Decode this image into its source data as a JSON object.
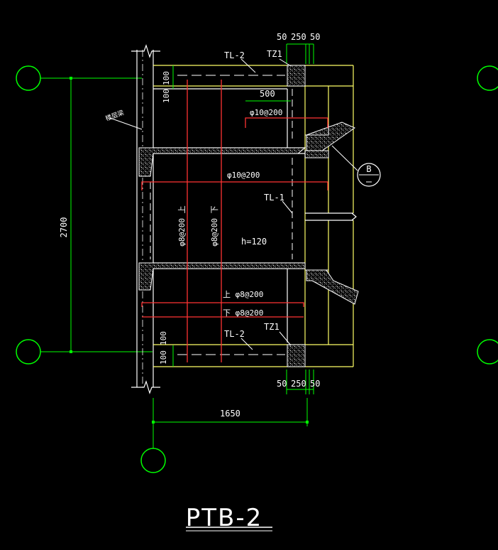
{
  "drawing": {
    "title": "PTB-2",
    "colors": {
      "background": "#000000",
      "wall": "#ffffff",
      "beam": "#ffff66",
      "dimension": "#00ff00",
      "rebar": "#ff3333",
      "axis": "#00ff00",
      "hatch": "#bbbbbb"
    },
    "dimensions": {
      "top_50_left": "50",
      "top_250": "250",
      "top_50_right": "50",
      "bottom_50_left": "50",
      "bottom_250": "250",
      "bottom_50_right": "50",
      "width_1650": "1650",
      "height_2700": "2700",
      "top_100_a": "100",
      "top_100_b": "100",
      "bottom_100_a": "100",
      "bottom_100_b": "100",
      "dim_500": "500"
    },
    "labels": {
      "tl2_top": "TL-2",
      "tz1_top": "TZ1",
      "tl2_bottom": "TL-2",
      "tz1_bottom": "TZ1",
      "tl1": "TL-1",
      "thickness": "h=120",
      "section_marker": "B",
      "wall_note": "楼层梁"
    },
    "rebar": {
      "top_edge": "φ10@200",
      "landing": "φ10@200",
      "vert_top": "φ8@200 上",
      "vert_bottom": "φ8@200 下",
      "horiz_top": "上 φ8@200",
      "horiz_bottom": "下 φ8@200"
    }
  }
}
